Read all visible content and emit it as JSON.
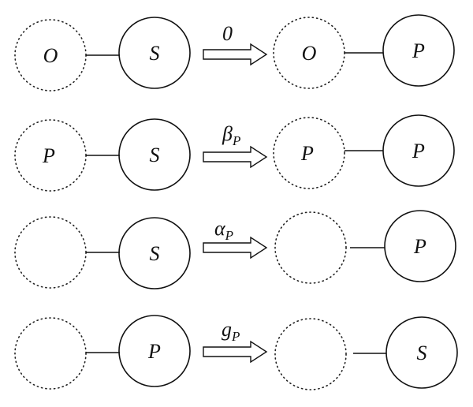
{
  "transitions": [
    {
      "rate": {
        "symbol": "0",
        "subscript": ""
      },
      "before": {
        "left_node": "O",
        "right_node": "S"
      },
      "after": {
        "left_node": "O",
        "right_node": "P"
      }
    },
    {
      "rate": {
        "symbol": "β",
        "subscript": "P"
      },
      "before": {
        "left_node": "P",
        "right_node": "S"
      },
      "after": {
        "left_node": "P",
        "right_node": "P"
      }
    },
    {
      "rate": {
        "symbol": "α",
        "subscript": "P"
      },
      "before": {
        "left_node": "",
        "right_node": "S"
      },
      "after": {
        "left_node": "",
        "right_node": "P"
      }
    },
    {
      "rate": {
        "symbol": "g",
        "subscript": "P"
      },
      "before": {
        "left_node": "",
        "right_node": "P"
      },
      "after": {
        "left_node": "",
        "right_node": "S"
      }
    }
  ]
}
